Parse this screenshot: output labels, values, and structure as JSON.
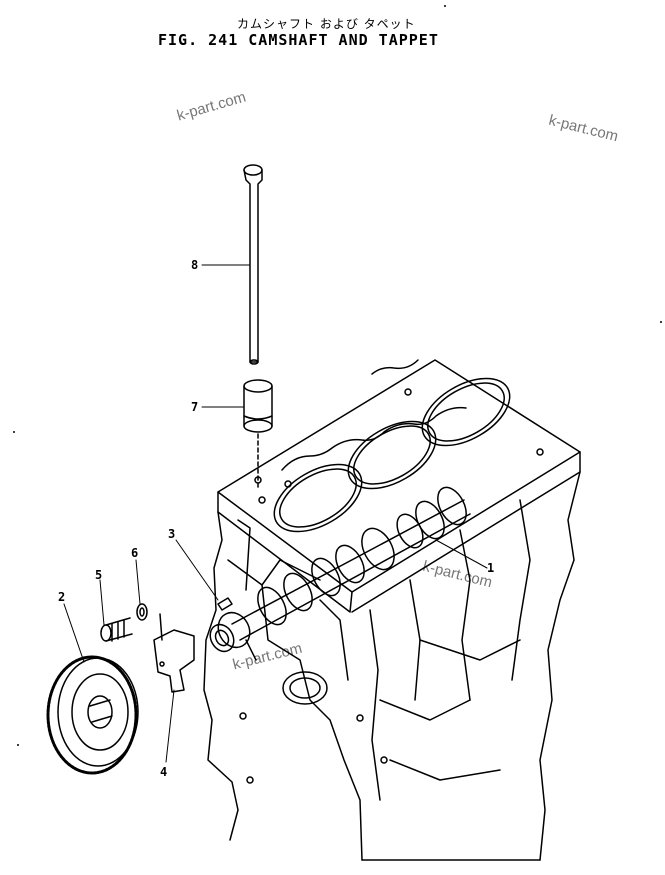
{
  "header": {
    "title_jp": "カムシャフト および タペット",
    "title_en": "FIG. 241  CAMSHAFT  AND  TAPPET"
  },
  "watermarks": [
    "k-part.com",
    "k-part.com",
    "k-part.com",
    "k-part.com"
  ],
  "callouts": [
    "1",
    "2",
    "3",
    "4",
    "5",
    "6",
    "7",
    "8"
  ]
}
